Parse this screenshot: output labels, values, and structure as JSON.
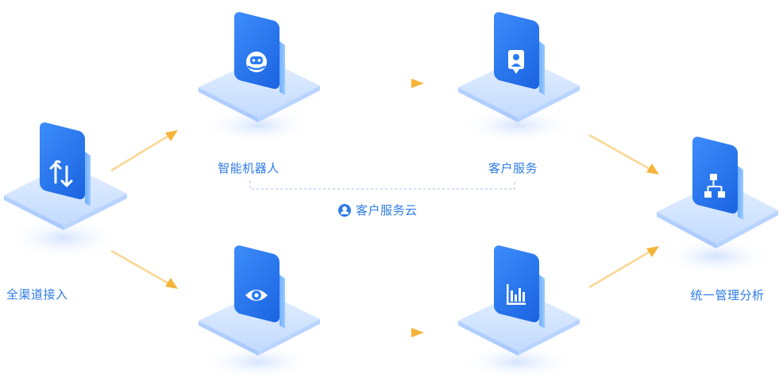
{
  "labels": {
    "channel_access": "全渠道接入",
    "smart_bot": "智能机器人",
    "customer_service": "客户服务",
    "cloud": "客户服务云",
    "unified_management": "统一管理分析"
  },
  "colors": {
    "primary": "#2e7be6",
    "tile_dark": "#1f6fe8",
    "tile_light": "#4a9bff",
    "arrow": "#f5b43a"
  },
  "icons": {
    "channel_access": "swap-arrows-icon",
    "smart_bot": "chat-robot-icon",
    "customer_service": "person-badge-icon",
    "monitor": "eye-icon",
    "analytics": "bar-chart-icon",
    "unified_management": "org-chart-icon"
  }
}
